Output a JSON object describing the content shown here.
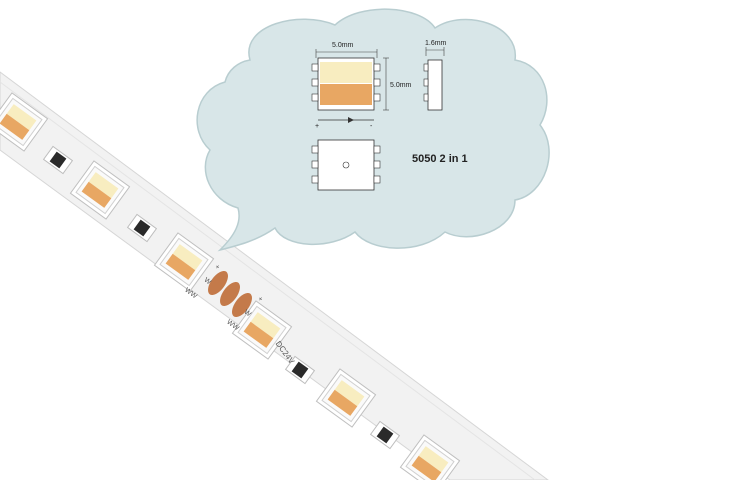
{
  "callout": {
    "width_label": "5.0mm",
    "height_label": "5.0mm",
    "side_label": "1.6mm",
    "polarity_plus": "+",
    "polarity_minus": "-",
    "led_type": "5050 2 in 1"
  },
  "strip": {
    "voltage_label": "DC24V",
    "pad_label_plus": "+",
    "pad_label_w": "W",
    "pad_label_ww": "WW",
    "pad_label_plus_2": "+",
    "pad_label_w_2": "W",
    "pad_label_ww_2": "WW"
  },
  "colors": {
    "cloud_fill": "#d8e6e8",
    "strip_fill": "#f2f2f2",
    "led_warm": "#e8a763",
    "led_cool": "#f8edc0",
    "pad_copper": "#c47a4a"
  }
}
